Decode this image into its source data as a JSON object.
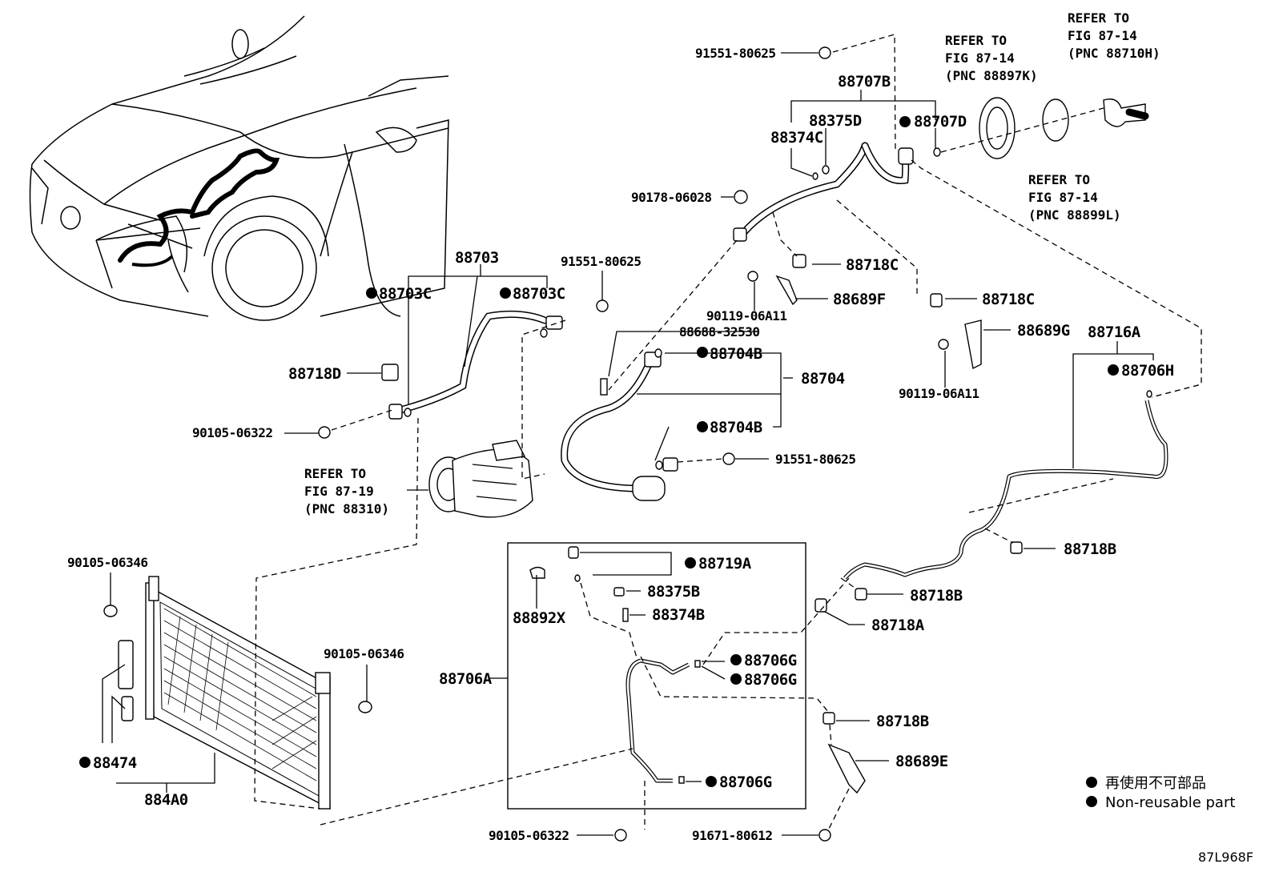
{
  "diagram_code": "87L968F",
  "legend": {
    "jp": "再使用不可部品",
    "en": "Non-reusable part"
  },
  "refs": {
    "fig_87_14_a": [
      "REFER TO",
      "FIG 87-14",
      "(PNC 88710H)"
    ],
    "fig_87_14_b": [
      "REFER TO",
      "FIG 87-14",
      "(PNC 88897K)"
    ],
    "fig_87_14_c": [
      "REFER TO",
      "FIG 87-14",
      "(PNC 88899L)"
    ],
    "fig_87_19": [
      "REFER TO",
      "FIG 87-19",
      "(PNC 88310)"
    ]
  },
  "parts": {
    "p_91551_80625_top": "91551-80625",
    "p_88707B": "88707B",
    "p_88375D": "88375D",
    "p_88374C": "88374C",
    "p_88707D": "88707D",
    "p_90178_06028": "90178-06028",
    "p_88718C_a": "88718C",
    "p_88689F": "88689F",
    "p_90119_06A11_a": "90119-06A11",
    "p_88718C_b": "88718C",
    "p_88689G": "88689G",
    "p_90119_06A11_b": "90119-06A11",
    "p_88716A": "88716A",
    "p_88706H": "88706H",
    "p_88703": "88703",
    "p_88703C_a": "88703C",
    "p_88703C_b": "88703C",
    "p_91551_80625_mid": "91551-80625",
    "p_88718D": "88718D",
    "p_90105_06322_a": "90105-06322",
    "p_88688_32530": "88688-32530",
    "p_88704B_a": "88704B",
    "p_88704": "88704",
    "p_88704B_b": "88704B",
    "p_91551_80625_low": "91551-80625",
    "p_90105_06346_a": "90105-06346",
    "p_90105_06346_b": "90105-06346",
    "p_88474": "88474",
    "p_884A0": "884A0",
    "p_88719A": "88719A",
    "p_88892X": "88892X",
    "p_88375B": "88375B",
    "p_88374B": "88374B",
    "p_88706A": "88706A",
    "p_88706G_a": "88706G",
    "p_88706G_b": "88706G",
    "p_88706G_c": "88706G",
    "p_90105_06322_b": "90105-06322",
    "p_88718B_a": "88718B",
    "p_88718B_b": "88718B",
    "p_88718A": "88718A",
    "p_88718B_c": "88718B",
    "p_88689E": "88689E",
    "p_91671_80612": "91671-80612"
  }
}
